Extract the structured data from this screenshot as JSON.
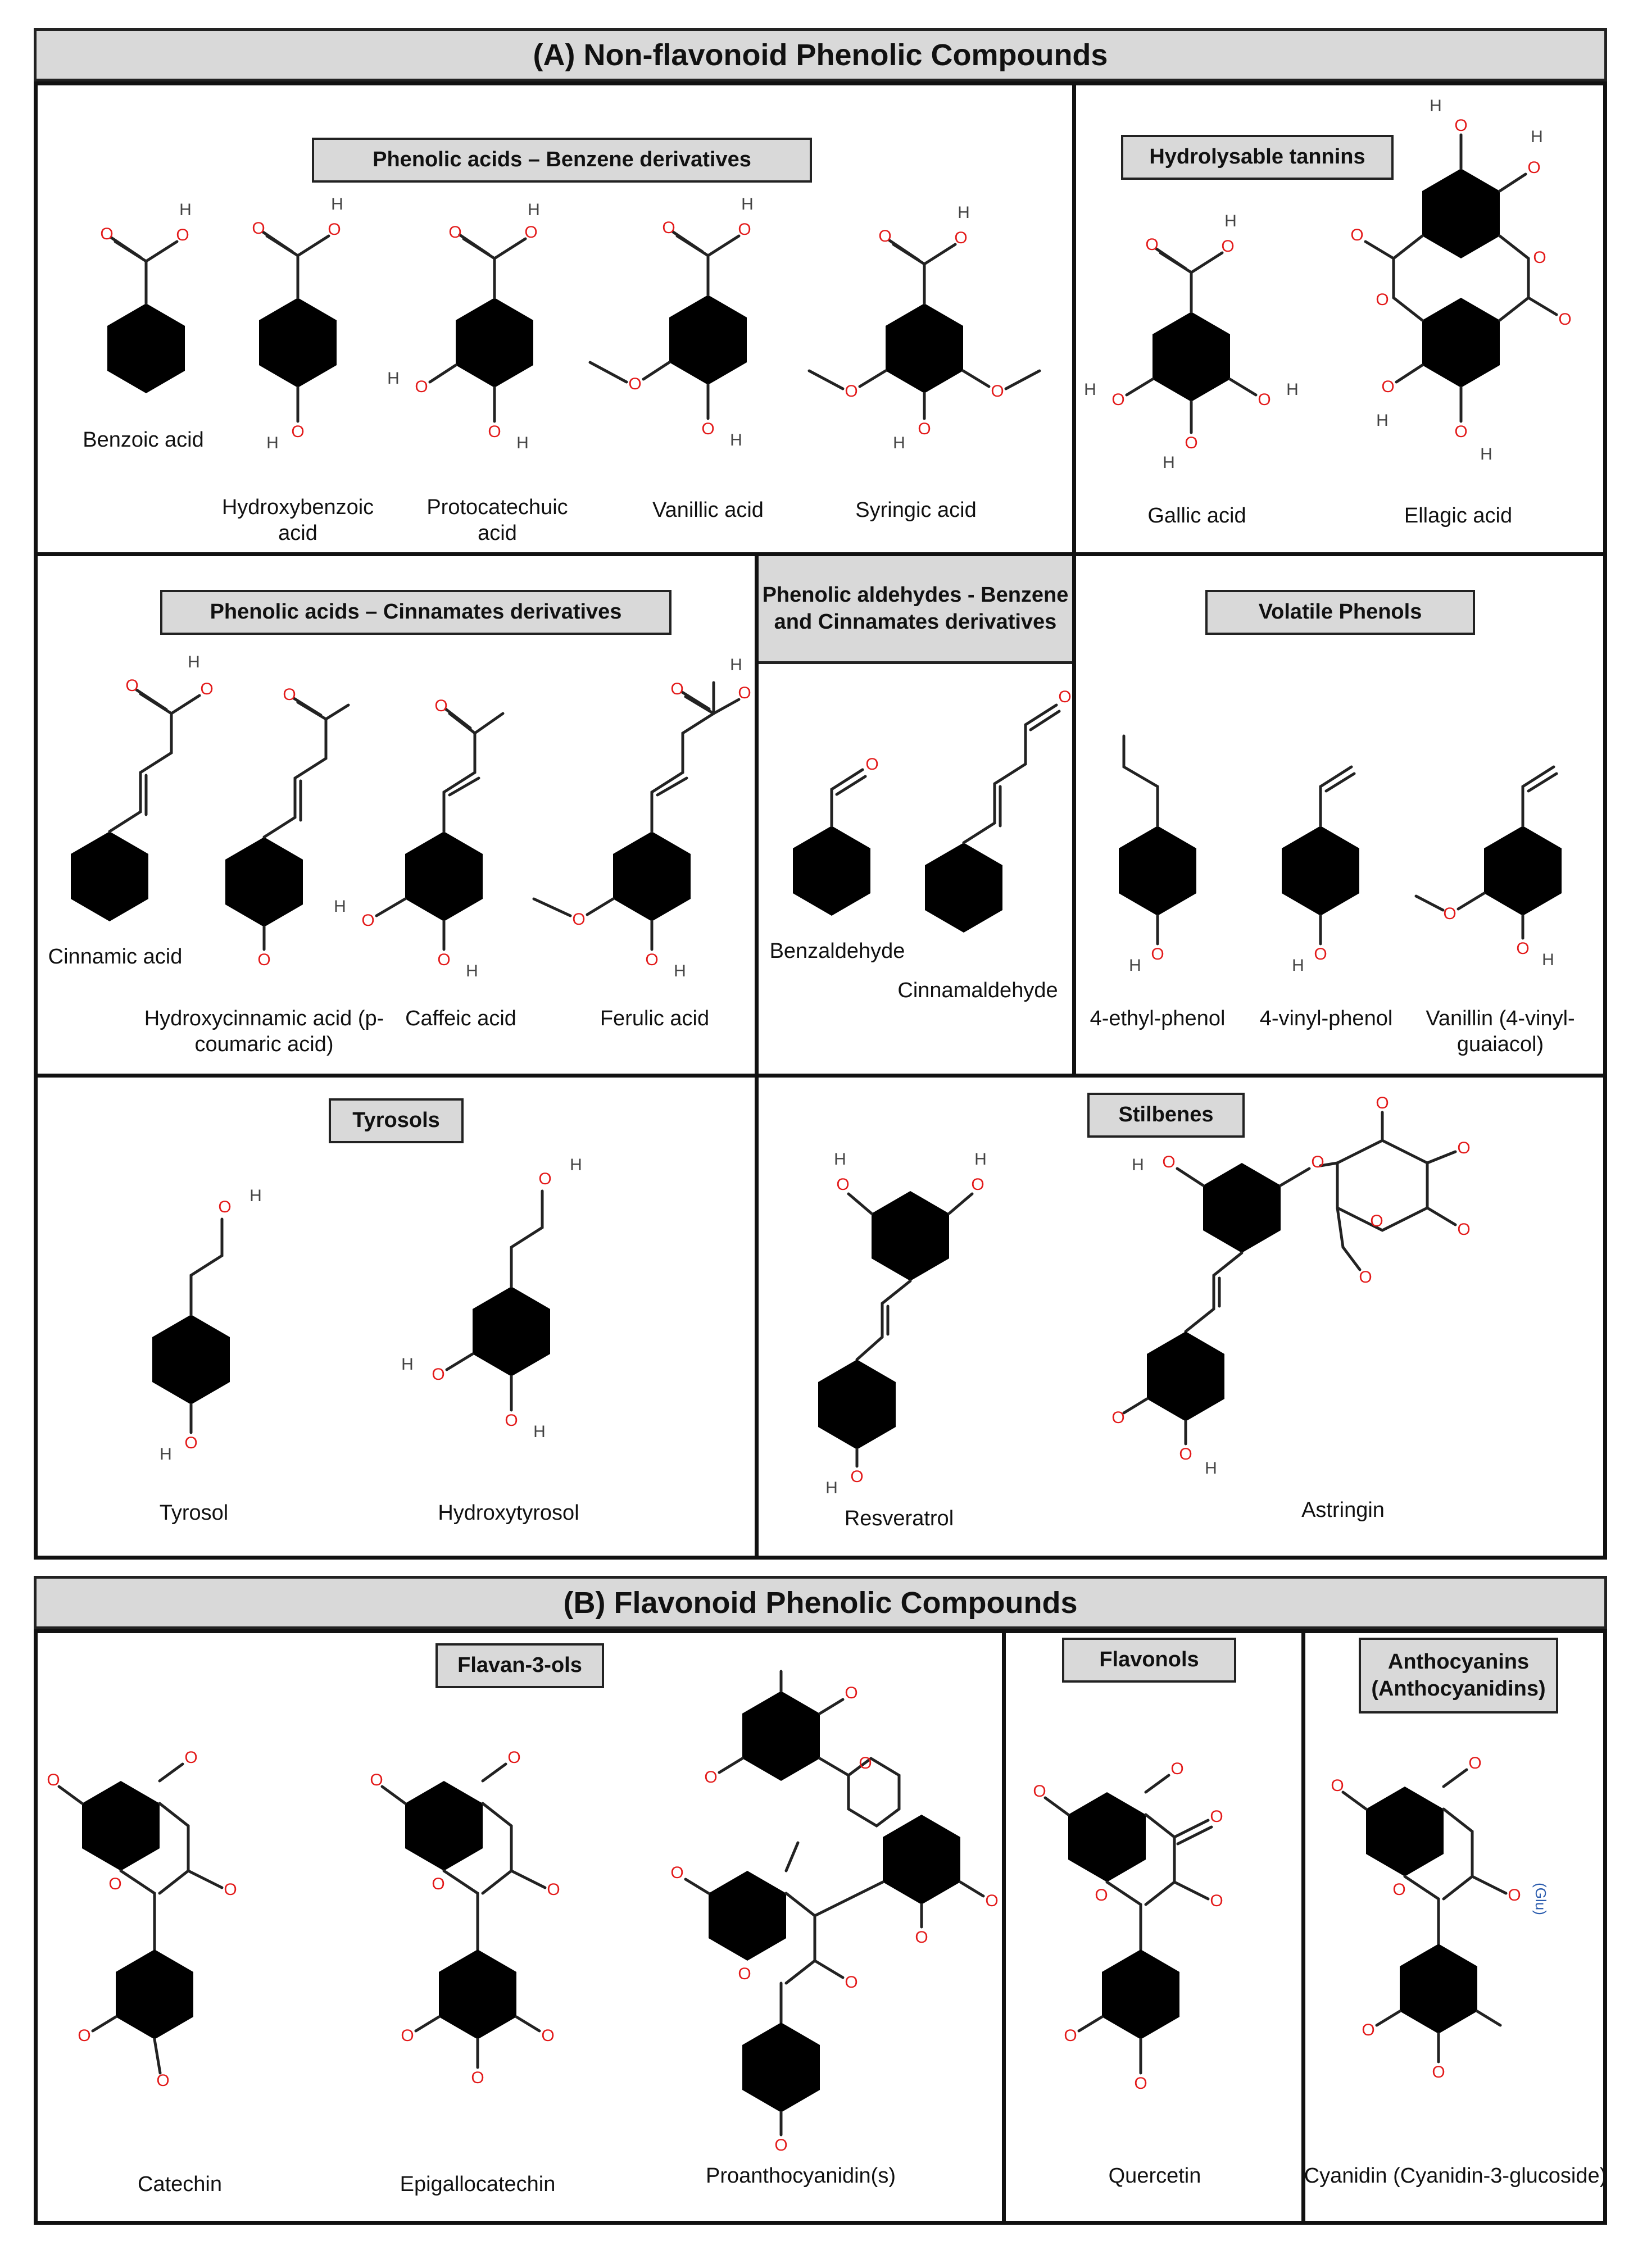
{
  "sectionA": {
    "title": "(A) Non-flavonoid Phenolic Compounds"
  },
  "sectionB": {
    "title": "(B) Flavonoid Phenolic Compounds"
  },
  "groups": {
    "benzene": {
      "label": "Phenolic acids – Benzene derivatives",
      "compounds": [
        "Benzoic acid",
        "Hydroxybenzoic acid",
        "Protocatechuic acid",
        "Vanillic acid",
        "Syringic acid"
      ]
    },
    "tannins": {
      "label": "Hydrolysable tannins",
      "compounds": [
        "Gallic acid",
        "Ellagic acid"
      ]
    },
    "cinnamates": {
      "label": "Phenolic acids – Cinnamates derivatives",
      "compounds": [
        "Cinnamic acid",
        "Hydroxycinnamic acid (p-coumaric acid)",
        "Caffeic acid",
        "Ferulic acid"
      ]
    },
    "aldehydes": {
      "label": "Phenolic aldehydes - Benzene and Cinnamates derivatives",
      "compounds": [
        "Benzaldehyde",
        "Cinnamaldehyde"
      ]
    },
    "volatile": {
      "label": "Volatile Phenols",
      "compounds": [
        "4-ethyl-phenol",
        "4-vinyl-phenol",
        "Vanillin (4-vinyl-guaiacol)"
      ]
    },
    "tyrosols": {
      "label": "Tyrosols",
      "compounds": [
        "Tyrosol",
        "Hydroxytyrosol"
      ]
    },
    "stilbenes": {
      "label": "Stilbenes",
      "compounds": [
        "Resveratrol",
        "Astringin"
      ]
    },
    "flavan": {
      "label": "Flavan-3-ols",
      "compounds": [
        "Catechin",
        "Epigallocatechin",
        "Proanthocyanidin(s)"
      ]
    },
    "flavonols": {
      "label": "Flavonols",
      "compounds": [
        "Quercetin"
      ]
    },
    "anthocyanins": {
      "label": "Anthocyanins (Anthocyanidins)",
      "compounds": [
        "Cyanidin (Cyanidin-3-glucoside)"
      ]
    }
  },
  "atoms": {
    "oxygen": "O",
    "hydrogen": "H",
    "glucose": "(Glu)"
  },
  "colors": {
    "header_bg": "#d9d9d9",
    "oxygen": "#e31a1a",
    "bond": "#222222",
    "glucose_label": "#2b5cae"
  }
}
